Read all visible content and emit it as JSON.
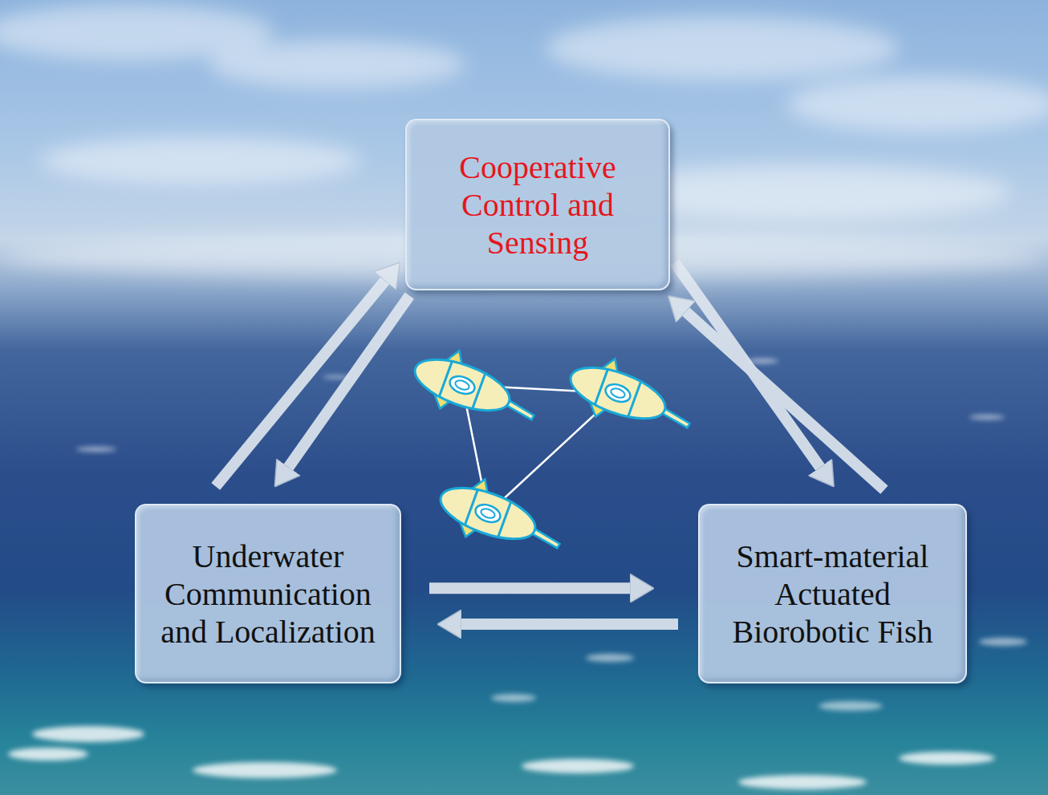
{
  "diagram": {
    "nodes": [
      {
        "text": [
          "Cooperative Control and Sensing"
        ]
      },
      {
        "text": [
          "Underwater Communication and Localization"
        ]
      },
      {
        "text": [
          "Smart-material Actuated Biorobotic Fish"
        ]
      }
    ],
    "edges": [
      {
        "from": 1,
        "to": 0,
        "arrow": "to"
      },
      {
        "from": 0,
        "to": 1,
        "arrow": "to"
      },
      {
        "from": 0,
        "to": 2,
        "arrow": "to"
      },
      {
        "from": 2,
        "to": 0,
        "arrow": "to"
      },
      {
        "from": 1,
        "to": 2,
        "arrow": "to"
      },
      {
        "from": 2,
        "to": 1,
        "arrow": "to"
      }
    ]
  }
}
